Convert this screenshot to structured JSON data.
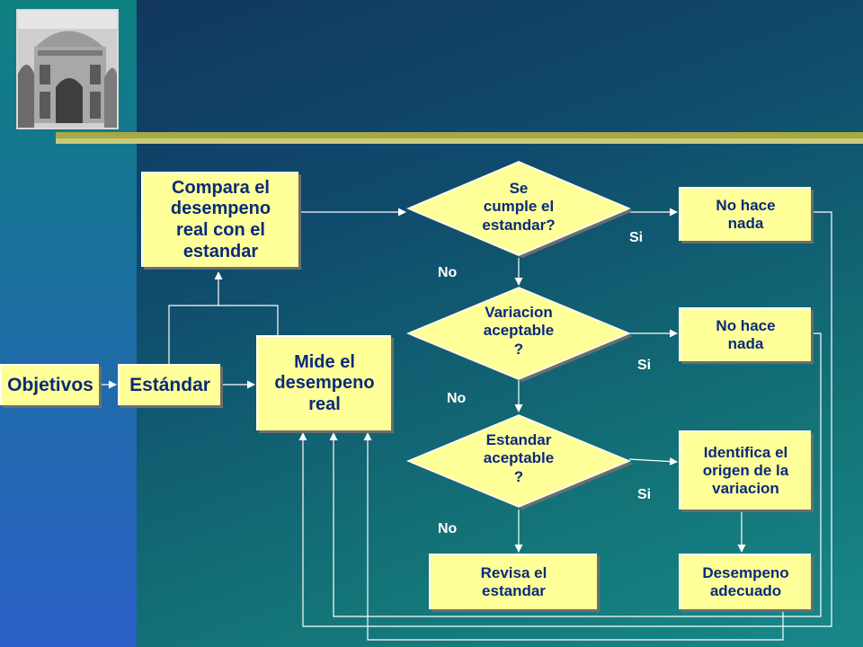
{
  "nodes": {
    "objetivos": "Objetivos",
    "estandar": "Estándar",
    "mide": "Mide el\ndesempeno\nreal",
    "compara": "Compara el\ndesempeno\nreal con el\nestandar",
    "decision1": "Se\ncumple el\nestandar?",
    "decision2": "Variacion\naceptable\n?",
    "decision3": "Estandar\naceptable\n?",
    "no_hace_1": "No hace\nnada",
    "no_hace_2": "No hace\nnada",
    "identifica": "Identifica el\norigen de la\nvariacion",
    "desempeno": "Desempeno\nadecuado",
    "revisa": "Revisa el\nestandar"
  },
  "labels": {
    "si_1": "Si",
    "si_2": "Si",
    "si_3": "Si",
    "no_1": "No",
    "no_2": "No",
    "no_3": "No"
  },
  "colors": {
    "box_fill": "#ffff99",
    "text": "#0a2a7a",
    "accent_line": "#a8a844"
  }
}
